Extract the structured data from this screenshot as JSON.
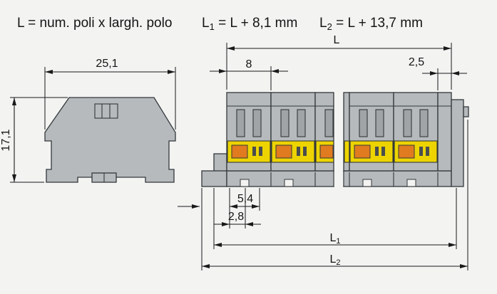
{
  "formulas": {
    "f1": "L = num. poli x largh. polo",
    "f2": {
      "base": "L",
      "sub": "1",
      "rest": " = L + 8,1 mm"
    },
    "f3": {
      "base": "L",
      "sub": "2",
      "rest": " = L + 13,7 mm"
    }
  },
  "side_view": {
    "width": "25,1",
    "height": "17,1"
  },
  "front_view": {
    "overall": "L",
    "pitch": "8",
    "end_plate": "2,5",
    "foot": "5,4",
    "foot_offset": "2,8",
    "l1": {
      "base": "L",
      "sub": "1"
    },
    "l2": {
      "base": "L",
      "sub": "2"
    }
  },
  "colors": {
    "background": "#f3f3f2",
    "body_gray": "#b6babc",
    "slot_gray": "#a0a4a6",
    "accent_yellow": "#edd400",
    "accent_orange": "#e07b20",
    "line": "#33383b",
    "dim_line": "#1a1a1a",
    "text": "#141414"
  }
}
